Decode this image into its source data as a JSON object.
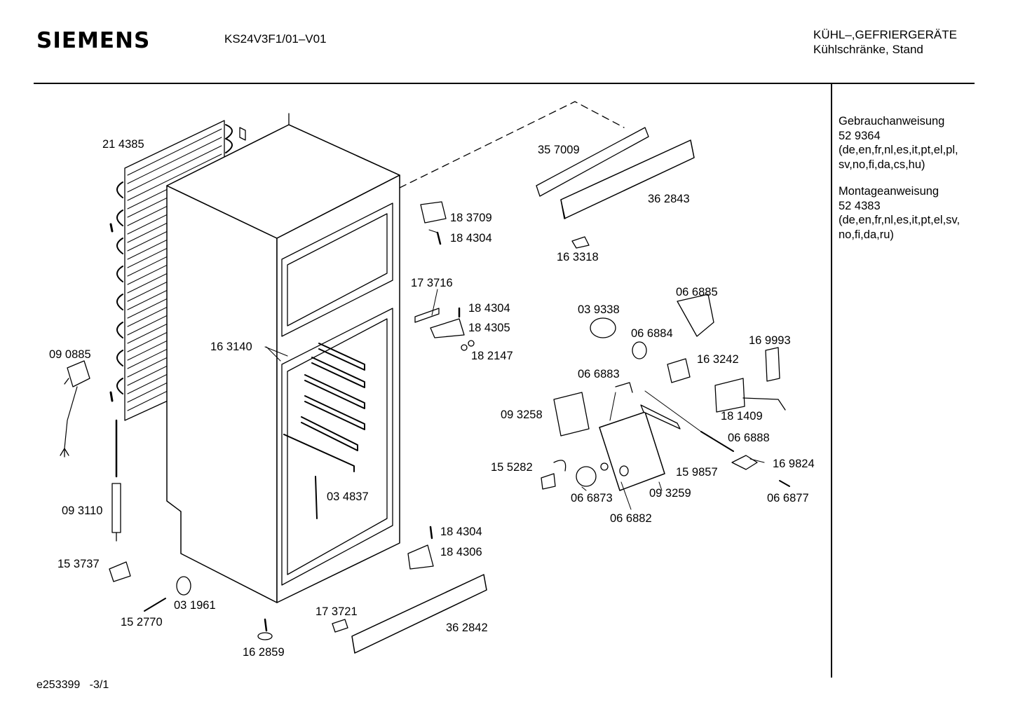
{
  "header": {
    "brand": "SIEMENS",
    "model": "KS24V3F1/01–V01",
    "category_line1": "KÜHL–,GEFRIERGERÄTE",
    "category_line2": "Kühlschränke, Stand"
  },
  "sidebar": {
    "documents": [
      {
        "title": "Gebrauchanweisung",
        "number": "52 9364",
        "languages_1": "(de,en,fr,nl,es,it,pt,el,pl,",
        "languages_2": "sv,no,fi,da,cs,hu)"
      },
      {
        "title": "Montageanweisung",
        "number": "52 4383",
        "languages_1": "(de,en,fr,nl,es,it,pt,el,sv,",
        "languages_2": "no,fi,da,ru)"
      }
    ]
  },
  "parts": [
    "21 4385",
    "09 0885",
    "09 3110",
    "15 3737",
    "15 2770",
    "03 1961",
    "16 2859",
    "16 3140",
    "03 4837",
    "18 3709",
    "18 4304",
    "17 3716",
    "18 4304",
    "18 4305",
    "18 2147",
    "18 4304",
    "18 4306",
    "17 3721",
    "36 2842",
    "35 7009",
    "36 2843",
    "16 3318",
    "03 9338",
    "06 6885",
    "06 6884",
    "16 3242",
    "16 9993",
    "06 6883",
    "09 3258",
    "18 1409",
    "06 6888",
    "15 9857",
    "15 5282",
    "16 9824",
    "06 6873",
    "09 3259",
    "06 6882",
    "06 6877"
  ],
  "footer": {
    "drawing_id": "e253399",
    "page": "-3/1"
  }
}
